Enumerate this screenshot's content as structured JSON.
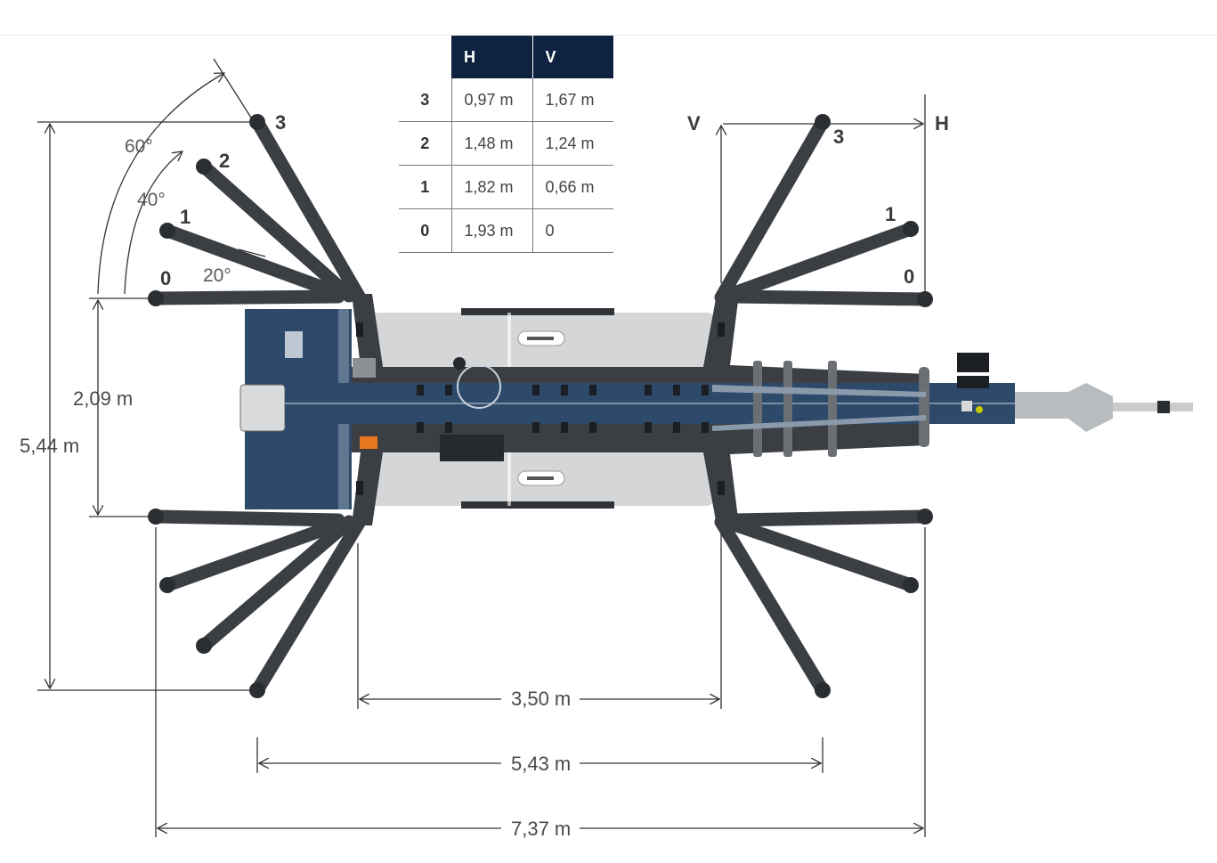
{
  "table": {
    "columns": [
      "H",
      "V"
    ],
    "rows": [
      {
        "pos": "3",
        "h": "0,97 m",
        "v": "1,67 m"
      },
      {
        "pos": "2",
        "h": "1,48 m",
        "v": "1,24 m"
      },
      {
        "pos": "1",
        "h": "1,82 m",
        "v": "0,66 m"
      },
      {
        "pos": "0",
        "h": "1,93 m",
        "v": "0"
      }
    ]
  },
  "left_labels": {
    "pos3": "3",
    "pos2": "2",
    "pos1": "1",
    "pos0": "0"
  },
  "angles": {
    "a60": "60°",
    "a40": "40°",
    "a20": "20°"
  },
  "right_labels": {
    "v": "V",
    "h": "H",
    "pos3": "3",
    "pos1": "1",
    "pos0": "0"
  },
  "dimensions": {
    "d544": "5,44 m",
    "d209": "2,09 m",
    "d350": "3,50 m",
    "d543": "5,43 m",
    "d737": "7,37 m"
  },
  "colors": {
    "chassis_blue": "#2d4a6b",
    "outrigger": "#3b3f44",
    "body_grey": "#d4d6d8",
    "table_header": "#0f2340",
    "accent_orange": "#e8771e"
  }
}
